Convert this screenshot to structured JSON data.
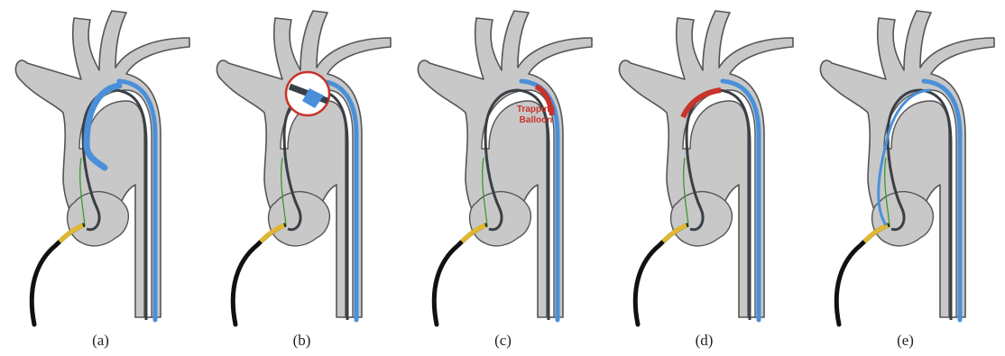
{
  "panels": [
    {
      "id": "a",
      "caption": "(a)"
    },
    {
      "id": "b",
      "caption": "(b)"
    },
    {
      "id": "c",
      "caption": "(c)",
      "annotation_line1": "Trapping",
      "annotation_line2": "Balloon"
    },
    {
      "id": "d",
      "caption": "(d)"
    },
    {
      "id": "e",
      "caption": "(e)"
    }
  ],
  "colors": {
    "vessel_fill": "#c8c8c8",
    "vessel_outline": "#555555",
    "guide_catheter": "#3a3f47",
    "sheath_blue": "#4a90d9",
    "balloon_red": "#c8332a",
    "wire_green": "#3a9a2a",
    "valve_yellow": "#e0b830",
    "delivery_black": "#111111"
  }
}
